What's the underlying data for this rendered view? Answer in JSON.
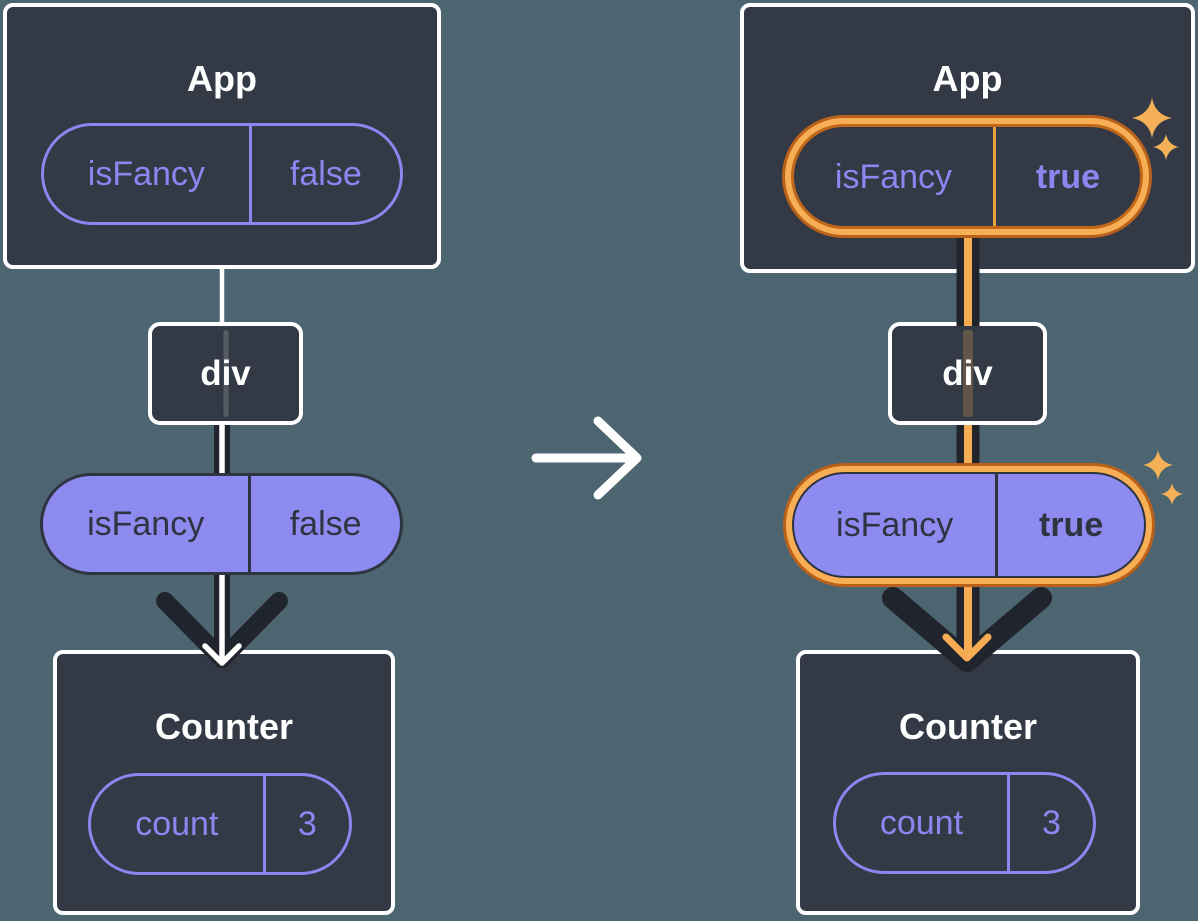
{
  "colors": {
    "background": "#4C6570",
    "card_background": "#333A45",
    "card_border": "#FFFFFF",
    "purple": "#8B87F1",
    "purple_fill": "#8D8AF0",
    "dark_ink": "#2E3440",
    "arrow_dark": "#20242C",
    "orange_ring_outer": "#B9611B",
    "orange_ring_band": "#F7AE55",
    "orange_line": "#F5AC55",
    "sparkle": "#F5B157"
  },
  "icons": {
    "transition": "arrow-right-icon",
    "highlight": "sparkle-icon"
  },
  "left_tree": {
    "app": {
      "title": "App",
      "state_pill": {
        "name": "isFancy",
        "value": "false"
      }
    },
    "div_node": {
      "label": "div"
    },
    "passed_prop_pill": {
      "name": "isFancy",
      "value": "false"
    },
    "counter": {
      "title": "Counter",
      "state_pill": {
        "name": "count",
        "value": "3"
      }
    }
  },
  "right_tree": {
    "app": {
      "title": "App",
      "state_pill": {
        "name": "isFancy",
        "value": "true"
      }
    },
    "div_node": {
      "label": "div"
    },
    "passed_prop_pill": {
      "name": "isFancy",
      "value": "true"
    },
    "counter": {
      "title": "Counter",
      "state_pill": {
        "name": "count",
        "value": "3"
      }
    }
  }
}
